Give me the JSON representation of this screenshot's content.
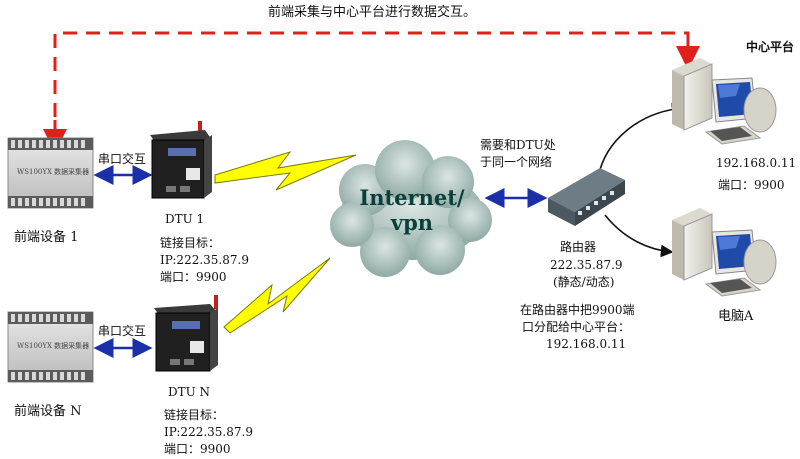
{
  "top_note": "前端采集与中心平台进行数据交互。",
  "center_platform": {
    "title": "中心平台",
    "ip": "192.168.0.11",
    "port": "端口：9900"
  },
  "computer_a": {
    "label": "电脑A"
  },
  "router": {
    "note_line1": "需要和DTU处",
    "note_line2": "于同一个网络",
    "name": "路由器",
    "ip": "222.35.87.9",
    "mode": "(静态/动态)",
    "forward_line1": "在路由器中把9900端",
    "forward_line2": "口分配给中心平台：",
    "forward_line3": "192.168.0.11"
  },
  "cloud": {
    "line1": "Internet/",
    "line2": "vpn"
  },
  "device1": {
    "name": "前端设备 1",
    "panel_text": "WS100YX 数据采集器",
    "serial_label": "串口交互"
  },
  "deviceN": {
    "name": "前端设备 N",
    "panel_text": "WS100YX 数据采集器",
    "serial_label": "串口交互"
  },
  "dtu1": {
    "name": "DTU 1",
    "target_label": "链接目标：",
    "ip": "IP:222.35.87.9",
    "port": "端口：9900"
  },
  "dtuN": {
    "name": "DTU N",
    "target_label": "链接目标：",
    "ip": "IP:222.35.87.9",
    "port": "端口：9900"
  },
  "colors": {
    "dashed_flow": "#e0201a",
    "link_arrow": "#1a2fa8",
    "lightning": "#ffff00",
    "cloud": "#9fb8b3",
    "cloud_text": "#0a3f3a"
  }
}
